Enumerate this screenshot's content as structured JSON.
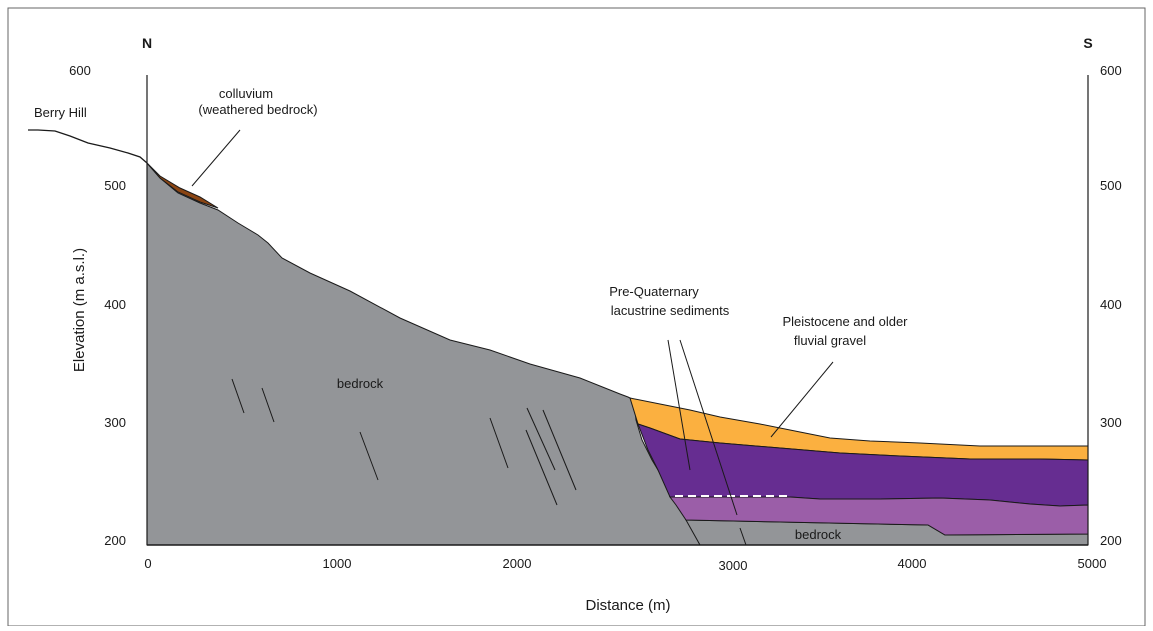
{
  "figure": {
    "orientation": {
      "north": "N",
      "south": "S"
    },
    "x_axis": {
      "title": "Distance (m)",
      "ticks": [
        "0",
        "1000",
        "2000",
        "3000",
        "4000",
        "5000"
      ]
    },
    "y_axis": {
      "title": "Elevation (m a.s.l.)",
      "left_ticks": [
        "600",
        "500",
        "400",
        "300",
        "200"
      ],
      "right_ticks": [
        "600",
        "500",
        "400",
        "300",
        "200"
      ]
    },
    "labels": {
      "berry_hill": "Berry Hill",
      "colluvium_line1": "colluvium",
      "colluvium_line2": "(weathered bedrock)",
      "bedrock_main": "bedrock",
      "bedrock_south": "bedrock",
      "pre_quaternary_line1": "Pre-Quaternary",
      "pre_quaternary_line2": "lacustrine sediments",
      "pleistocene_line1": "Pleistocene and older",
      "pleistocene_line2": "fluvial gravel"
    },
    "colors": {
      "bedrock": "#939598",
      "colluvium": "#8b4513",
      "fluvial_gravel": "#fbb040",
      "lacustrine_upper": "#662d91",
      "lacustrine_lower": "#9b5ea8",
      "outline": "#1a1a1a"
    }
  }
}
